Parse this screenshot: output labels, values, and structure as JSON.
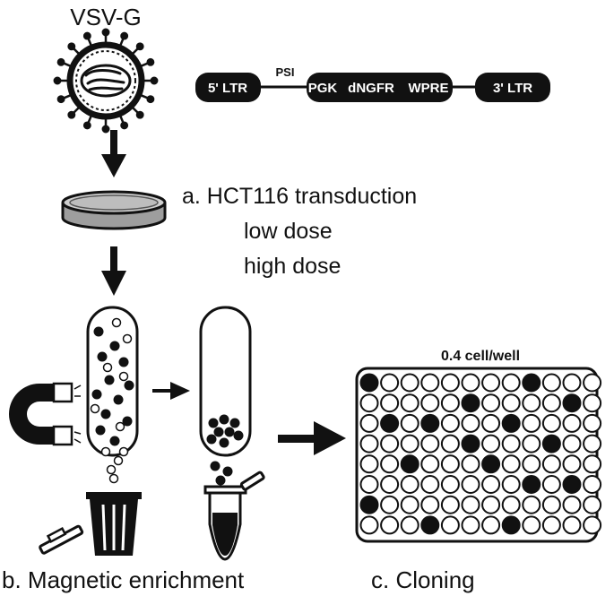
{
  "virus": {
    "label": "VSV-G"
  },
  "vector": {
    "psi_label": "PSI",
    "segments": [
      "5' LTR",
      "PGK",
      "dNGFR",
      "WPRE",
      "3' LTR"
    ]
  },
  "step_a": {
    "title": "a. HCT116 transduction",
    "options": [
      "low dose",
      "high dose"
    ]
  },
  "step_b": {
    "title": "b. Magnetic enrichment"
  },
  "step_c": {
    "title": "c. Cloning",
    "plate_label": "0.4 cell/well"
  },
  "plate": {
    "rows": 8,
    "cols": 12,
    "filled_wells": [
      [
        0,
        0
      ],
      [
        0,
        8
      ],
      [
        1,
        5
      ],
      [
        1,
        10
      ],
      [
        2,
        1
      ],
      [
        2,
        3
      ],
      [
        2,
        7
      ],
      [
        3,
        5
      ],
      [
        3,
        9
      ],
      [
        4,
        2
      ],
      [
        4,
        6
      ],
      [
        5,
        8
      ],
      [
        5,
        10
      ],
      [
        6,
        0
      ],
      [
        7,
        3
      ],
      [
        7,
        7
      ]
    ]
  },
  "colors": {
    "ink": "#111111",
    "background": "#ffffff",
    "dish": "#bdbdbd"
  }
}
